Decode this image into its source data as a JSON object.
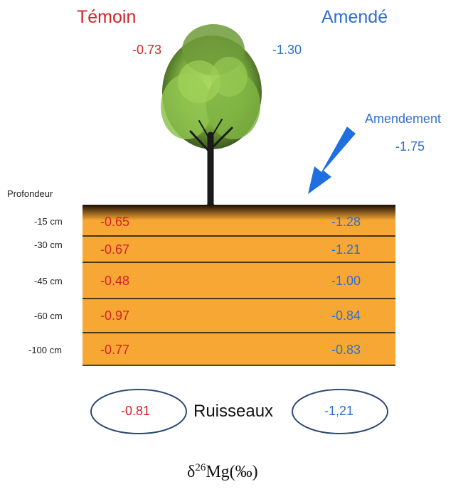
{
  "headers": {
    "temoin": "Témoin",
    "amende": "Amendé"
  },
  "tree": {
    "temoin_value": "-0.73",
    "amende_value": "-1.30"
  },
  "amendement": {
    "label": "Amendement",
    "value": "-1.75"
  },
  "depth_label": "Profondeur",
  "layers": [
    {
      "depth": "-15 cm",
      "temoin": "-0.65",
      "amende": "-1.28"
    },
    {
      "depth": "-30 cm",
      "temoin": "-0.67",
      "amende": "-1.21"
    },
    {
      "depth": "-45 cm",
      "temoin": "-0.48",
      "amende": "-1.00"
    },
    {
      "depth": "-60 cm",
      "temoin": "-0.97",
      "amende": "-0.84"
    },
    {
      "depth": "-100 cm",
      "temoin": "-0.77",
      "amende": "-0.83"
    }
  ],
  "ruisseaux": {
    "label": "Ruisseaux",
    "temoin": "-0.81",
    "amende": "-1,21"
  },
  "unit_label": {
    "prefix": "δ",
    "superscript": "26",
    "suffix": "Mg(‰)"
  },
  "colors": {
    "temoin": "#d2232a",
    "amende": "#2f6fce",
    "soil": "#f7a733",
    "ellipse": "#2e4a73",
    "arrow": "#1f6fe0"
  }
}
